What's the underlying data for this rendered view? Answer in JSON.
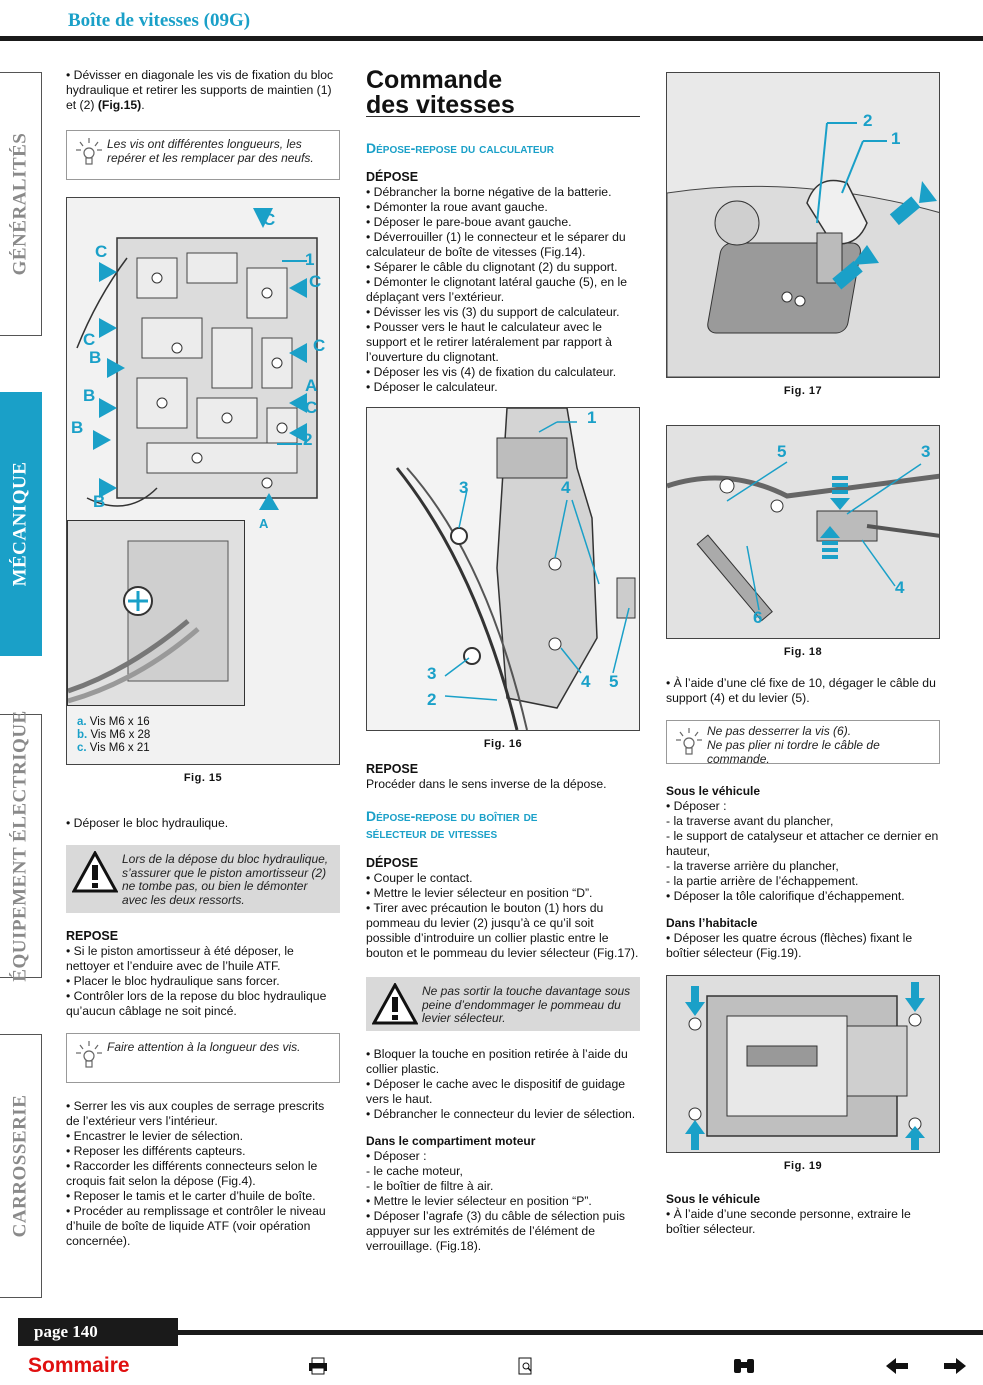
{
  "header": {
    "title": "Boîte de vitesses (09G)"
  },
  "tabs": [
    {
      "label": "GÉNÉRALITÉS",
      "active": false
    },
    {
      "label": "MÉCANIQUE",
      "active": true
    },
    {
      "label": "ÉQUIPEMENT ÉLECTRIQUE",
      "active": false
    },
    {
      "label": "CARROSSERIE",
      "active": false
    }
  ],
  "col1": {
    "p1": "• Dévisser en diagonale les vis de fixation du bloc hydraulique et retirer les supports de maintien (1) et (2) ",
    "p1_ref": "(Fig.15)",
    "p1_end": ".",
    "note1": "Les vis ont différentes longueurs, les repérer et les remplacer par des neufs.",
    "fig15_legend": [
      {
        "k": "a.",
        "v": "Vis M6 x 16"
      },
      {
        "k": "b.",
        "v": "Vis M6 x 28"
      },
      {
        "k": "c.",
        "v": "Vis M6 x 21"
      }
    ],
    "fig15_caption": "Fig. 15",
    "fig15_labels": {
      "c": "C",
      "b": "B",
      "a": "A",
      "one": "1",
      "two": "2"
    },
    "p2": "• Déposer le bloc hydraulique.",
    "warn1": "Lors de la dépose du bloc hydraulique, s’assurer que le piston amortisseur (2) ne tombe pas, ou bien le démonter avec les deux ressorts.",
    "repose_title": "REPOSE",
    "repose": [
      "• Si le piston amortisseur à été déposer, le nettoyer et l’enduire avec de l’huile ATF.",
      "• Placer le bloc hydraulique sans forcer.",
      "• Contrôler lors de la repose du bloc hydraulique qu’aucun câblage ne soit pincé."
    ],
    "note2": "Faire attention à la longueur des vis.",
    "final": [
      "• Serrer les vis aux couples de serrage prescrits de l’extérieur vers l’intérieur.",
      "• Encastrer le levier de sélection.",
      "• Reposer les différents capteurs.",
      "• Raccorder les différents connecteurs selon le croquis fait selon la dépose (Fig.4).",
      "• Reposer le tamis et le carter d’huile de boîte.",
      "• Procéder au remplissage et contrôler le niveau d’huile de boîte de liquide ATF (voir opération concernée)."
    ]
  },
  "col2": {
    "title_l1": "Commande",
    "title_l2": "des vitesses",
    "sec1": "Dépose-repose du calculateur",
    "depose": "DÉPOSE",
    "depose_items": [
      "• Débrancher la borne négative de la batterie.",
      "• Démonter la roue avant gauche.",
      "• Déposer le pare-boue avant gauche.",
      "• Déverrouiller (1) le connecteur et le séparer du calculateur de boîte de vitesses (Fig.14).",
      "• Séparer le câble du clignotant (2) du support.",
      "• Démonter le clignotant latéral gauche (5), en le déplaçant vers l’extérieur.",
      "• Dévisser les vis (3) du support de calculateur.",
      "• Pousser vers le haut le calculateur avec le support et le retirer latéralement par rapport à l’ouverture du clignotant.",
      "• Déposer les vis (4) de fixation du calculateur.",
      "• Déposer le calculateur."
    ],
    "fig16_caption": "Fig. 16",
    "fig16_labels": [
      "1",
      "3",
      "4",
      "3",
      "2",
      "4",
      "5"
    ],
    "repose_title": "REPOSE",
    "repose_text": "Procéder dans le sens inverse de la dépose.",
    "sec2_l1": "Dépose-repose du boîtier de",
    "sec2_l2": "sélecteur de vitesses",
    "depose2": "DÉPOSE",
    "depose2_items": [
      "• Couper le contact.",
      "• Mettre le levier sélecteur en position “D”.",
      "• Tirer avec précaution le bouton (1) hors du pommeau du levier (2) jusqu’à ce qu’il soit possible d’introduire un collier plastic entre le bouton et le pommeau du levier sélecteur (Fig.17)."
    ],
    "warn2": "Ne pas sortir la touche davantage sous peine d’endommager le pommeau du levier sélecteur.",
    "items3": [
      "• Bloquer la touche en position retirée à l’aide du collier plastic.",
      "• Déposer le cache avec le dispositif de guidage vers le haut.",
      "• Débrancher le connecteur du levier de sélection."
    ],
    "compartiment": "Dans le compartiment moteur",
    "items4": [
      "• Déposer :",
      "- le cache moteur,",
      "- le boîtier de filtre à air.",
      "• Mettre le levier sélecteur en position “P”.",
      "• Déposer l’agrafe (3) du câble de sélection puis appuyer sur les extrémités de l’élément de verrouillage. (Fig.18)."
    ]
  },
  "col3": {
    "fig17_caption": "Fig. 17",
    "fig17_labels": [
      "2",
      "1"
    ],
    "fig18_caption": "Fig. 18",
    "fig18_labels": [
      "5",
      "3",
      "4",
      "6"
    ],
    "p1": "• À l’aide d’une clé fixe de 10, dégager le câble du support (4) et du levier (5).",
    "note_l1": "Ne pas desserrer la vis (6).",
    "note_l2": "Ne pas plier ni tordre le câble de commande.",
    "sous1": "Sous le véhicule",
    "sous1_items": [
      "• Déposer :",
      "- la traverse avant du plancher,",
      "- le support de catalyseur et attacher ce dernier en hauteur,",
      "- la traverse arrière du plancher,",
      "- la partie arrière de l’échappement.",
      "• Déposer la tôle calorifique d’échappement."
    ],
    "habitacle": "Dans l’habitacle",
    "habitacle_text": "• Déposer les quatre écrous (flèches) fixant le boîtier sélecteur (Fig.19).",
    "fig19_caption": "Fig. 19",
    "sous2": "Sous le véhicule",
    "sous2_text": "• À l’aide d’une seconde personne, extraire le boîtier sélecteur."
  },
  "footer": {
    "page": "page 140",
    "sommaire": "Sommaire"
  },
  "icons": [
    "print-icon",
    "zoom-icon",
    "binoculars-icon",
    "arrow-left-icon",
    "arrow-right-icon"
  ],
  "colors": {
    "accent": "#1aa0c8",
    "sommaire": "#e01010"
  }
}
